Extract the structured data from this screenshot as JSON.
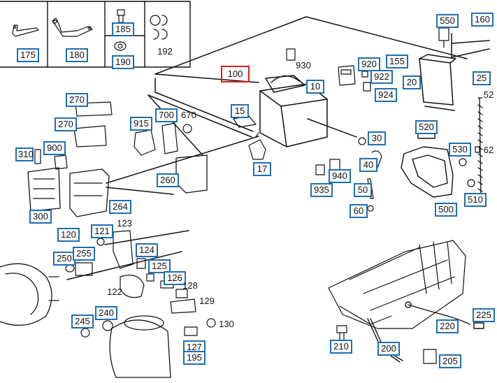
{
  "colors": {
    "hotspot_border": "#1e6fb0",
    "selected_border": "#e01b1b",
    "line": "#111111"
  },
  "selected_part": "100",
  "callouts": {
    "c175": "175",
    "c180": "180",
    "c185": "185",
    "c190": "190",
    "c192": "192",
    "c550": "550",
    "c160": "160",
    "c155": "155",
    "c25": "25",
    "c20": "20",
    "c100": "100",
    "c930": "930",
    "c10": "10",
    "c920": "920",
    "c922": "922",
    "c924": "924",
    "c270a": "270",
    "c270b": "270",
    "c915": "915",
    "c700": "700",
    "c670": "670",
    "c15": "15",
    "c30": "30",
    "c520": "520",
    "c530": "530",
    "c62": "62",
    "c52": "52",
    "c310": "310",
    "c900": "900",
    "c17": "17",
    "c940": "940",
    "c40": "40",
    "c260": "260",
    "c935": "935",
    "c50": "50",
    "c510": "510",
    "c300": "300",
    "c264": "264",
    "c60": "60",
    "c500": "500",
    "c120": "120",
    "c121": "121",
    "c123": "123",
    "c250": "250",
    "c255": "255",
    "c124": "124",
    "c125": "125",
    "c126": "126",
    "c128": "128",
    "c122": "122",
    "c129": "129",
    "c245": "245",
    "c240": "240",
    "c130": "130",
    "c127": "127",
    "c195": "195",
    "c225": "225",
    "c220": "220",
    "c210": "210",
    "c200": "200",
    "c205": "205"
  }
}
